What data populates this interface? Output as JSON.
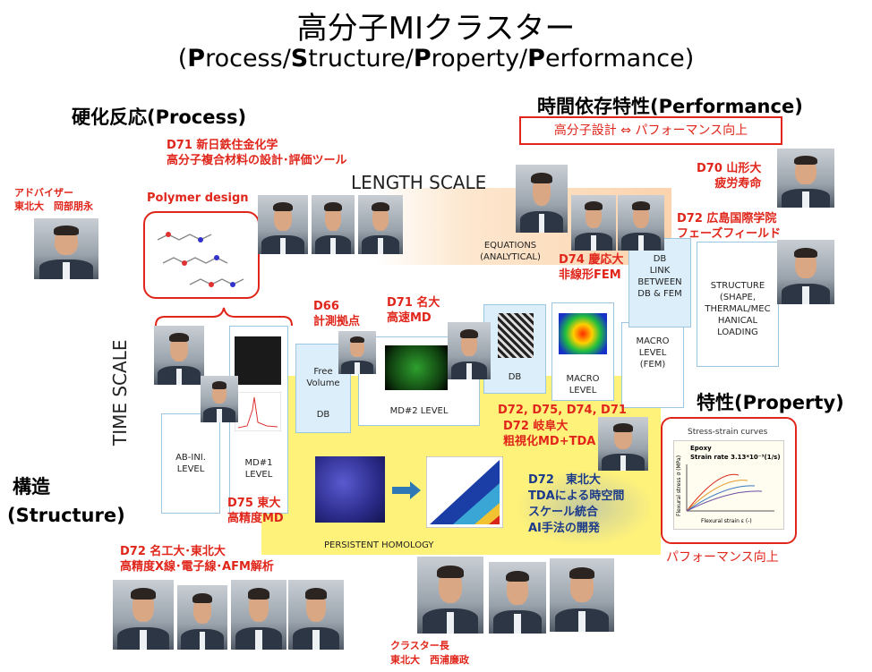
{
  "header": {
    "title": "高分子MIクラスター",
    "subtitle_open": "(",
    "subtitle_p1": "P",
    "subtitle_r1": "rocess/",
    "subtitle_s": "S",
    "subtitle_r2": "tructure/",
    "subtitle_p2": "P",
    "subtitle_r3": "roperty/",
    "subtitle_p3": "P",
    "subtitle_r4": "erformance)"
  },
  "sections": {
    "process": "硬化反応(Process)",
    "performance": "時間依存特性(Performance)",
    "property": "特性(Property)",
    "structure_1": "構造",
    "structure_2": "(Structure)"
  },
  "performance_box": "高分子設計 ⇔ パフォーマンス向上",
  "property_caption": "パフォーマンス向上",
  "axes": {
    "length": "LENGTH SCALE",
    "time": "TIME SCALE"
  },
  "polymer_design": "Polymer design",
  "labels": {
    "advisor": "アドバイザー\n東北大　岡部朋永",
    "d71_nippon": "D71 新日鉄住金化学\n高分子複合材料の設計･評価ツール",
    "d66": "D66\n計測拠点",
    "d71_nagoya": "D71 名大\n高速MD",
    "d74": "D74 慶応大\n非線形FEM",
    "d70": "D70 山形大\n疲労寿命",
    "d72_hiroshima": "D72 広島国際学院\nフェーズフィールド",
    "d_multi": "D72, D75, D74, D71",
    "d72_gifu": "D72 岐阜大\n粗視化MD+TDA",
    "d72_tohoku": "D72　東北大\nTDAによる時空間\nスケール統合\nAI手法の開発",
    "d75": "D75 東大\n高精度MD",
    "d72_nagoya_tohoku": "D72 名工大･東北大\n高精度X線･電子線･AFM解析",
    "leader": "クラスター長\n東北大　西浦廉政"
  },
  "boxes": {
    "ab_ini": "AB-INI.\nLEVEL",
    "md1": "MD#1\nLEVEL",
    "free_volume": "Free\nVolume",
    "db1": "DB",
    "md2": "MD#2 LEVEL",
    "db2": "DB",
    "macro_level": "MACRO\nLEVEL",
    "macro_fem": "MACRO\nLEVEL\n(FEM)",
    "equations": "EQUATIONS\n(ANALYTICAL)",
    "db_link": "DB\nLINK\nBETWEEN\nDB & FEM",
    "structure": "STRUCTURE\n(SHAPE,\nTHERMAL/MEC\nHANICAL\nLOADING",
    "persistent_homology": "PERSISTENT HOMOLOGY"
  },
  "stress_chart": {
    "title": "Stress-strain curves",
    "legend_1": "Epoxy",
    "legend_2": "Strain rate  3.13*10⁻³(1/s)",
    "xlabel": "Flexural strain ε (-)",
    "ylabel": "Flexural stress σ (MPa)"
  },
  "colors": {
    "accent_red": "#e0261b",
    "persistent_yellow": "#fff27a",
    "level_blue": "#dbeef9"
  }
}
